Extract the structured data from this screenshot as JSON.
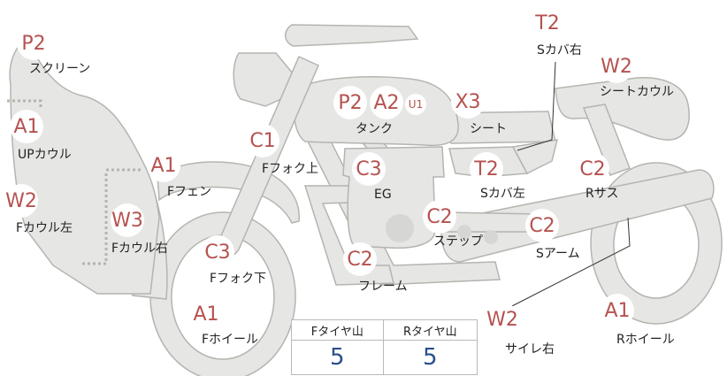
{
  "parts": {
    "screen": {
      "code": "P2",
      "name": "スクリーン"
    },
    "upper_cowl": {
      "code": "A1",
      "name": "UPカウル"
    },
    "left_cowl": {
      "code": "W2",
      "name": "Fカウル左"
    },
    "right_cowl": {
      "code": "W3",
      "name": "Fカウル右"
    },
    "front_fender": {
      "code": "A1",
      "name": "Fフェン"
    },
    "upper_fork": {
      "code": "C1",
      "name": "Fフォク上"
    },
    "lower_fork": {
      "code": "C3",
      "name": "Fフォク下"
    },
    "front_wheel": {
      "code": "A1",
      "name": "Fホイール"
    },
    "tank": {
      "code": "P2",
      "code2": "A2",
      "code3": "U1",
      "name": "タンク"
    },
    "engine": {
      "code": "C3",
      "name": "EG"
    },
    "frame": {
      "code": "C2",
      "name": "フレーム"
    },
    "step": {
      "code": "C2",
      "name": "ステップ"
    },
    "seat": {
      "code": "X3",
      "name": "シート"
    },
    "right_side_cover": {
      "code": "T2",
      "name": "Sカバ右"
    },
    "left_side_cover": {
      "code": "T2",
      "name": "Sカバ左"
    },
    "seat_cowl": {
      "code": "W2",
      "name": "シートカウル"
    },
    "rear_suspension": {
      "code": "C2",
      "name": "Rサス"
    },
    "swing_arm": {
      "code": "C2",
      "name": "Sアーム"
    },
    "silencer_right": {
      "code": "W2",
      "name": "サイレ右"
    },
    "rear_wheel": {
      "code": "A1",
      "name": "Rホイール"
    }
  },
  "tire_tread": {
    "front_label": "Fタイヤ山",
    "rear_label": "Rタイヤ山",
    "front_value": "5",
    "rear_value": "5"
  },
  "colors": {
    "badge_text": "#b5524f",
    "part_fill": "#e6e6e4",
    "part_stroke": "#b4b4b0",
    "value_text": "#2a4f8a"
  }
}
